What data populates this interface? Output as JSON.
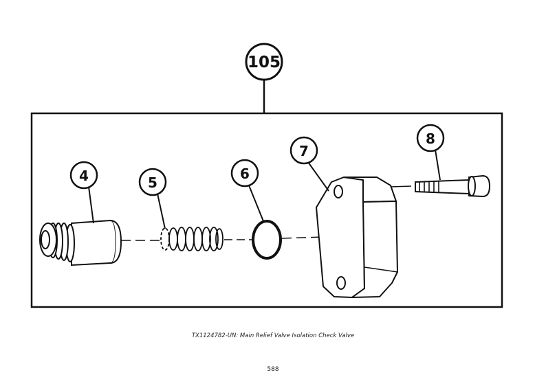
{
  "callouts": {
    "assembly": "105",
    "part_4": "4",
    "part_5": "5",
    "part_6": "6",
    "part_7": "7",
    "part_8": "8"
  },
  "caption": "TX1124782-UN: Main Relief Valve Isolation Check Valve",
  "page_number": "588",
  "colors": {
    "line": "#111111",
    "background": "#ffffff"
  }
}
